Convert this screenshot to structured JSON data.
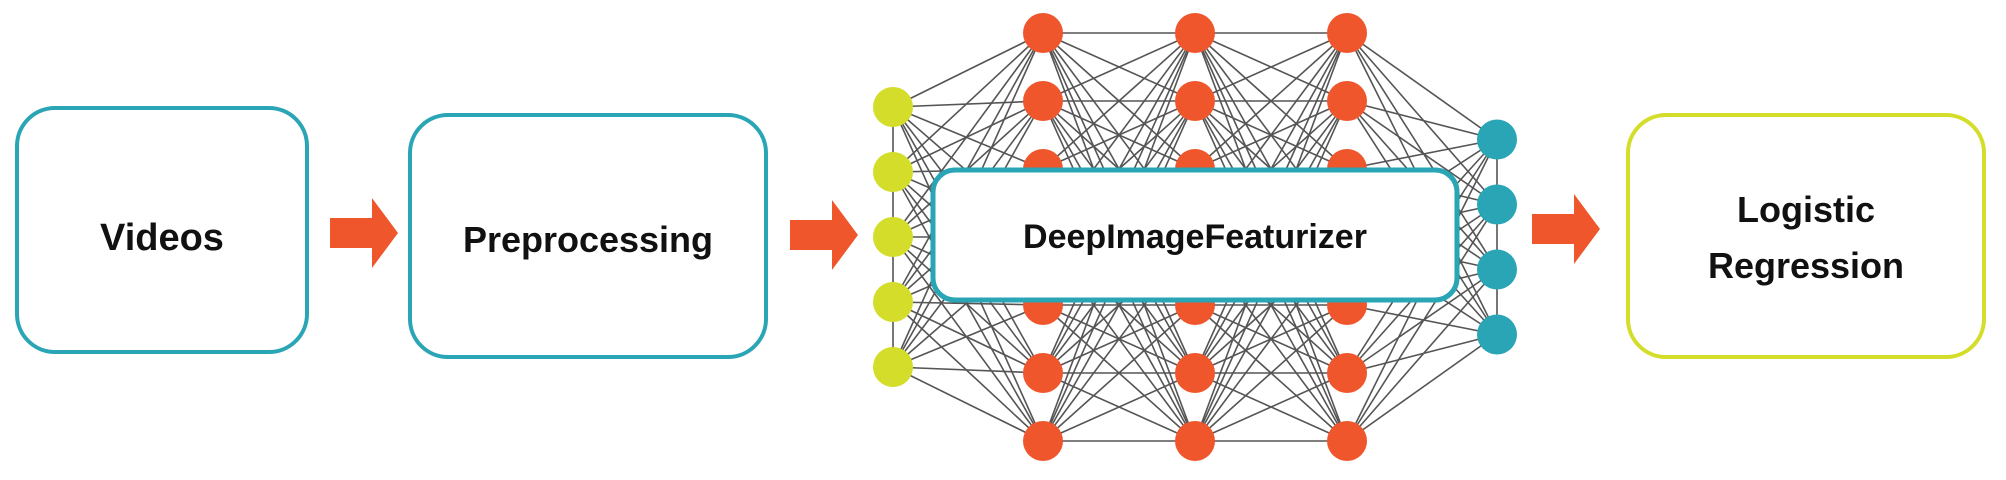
{
  "colors": {
    "teal": "#2aa5b5",
    "yellow": "#d4dd29",
    "orange": "#f0562b",
    "line": "#555555"
  },
  "steps": {
    "videos": "Videos",
    "preprocessing": "Preprocessing",
    "featurizer": "DeepImageFeaturizer",
    "logistic_line1": "Logistic",
    "logistic_line2": "Regression"
  },
  "network": {
    "layers": [
      {
        "count": 5,
        "color": "yellow"
      },
      {
        "count": 7,
        "color": "orange"
      },
      {
        "count": 7,
        "color": "orange"
      },
      {
        "count": 7,
        "color": "orange"
      },
      {
        "count": 4,
        "color": "teal"
      }
    ]
  }
}
